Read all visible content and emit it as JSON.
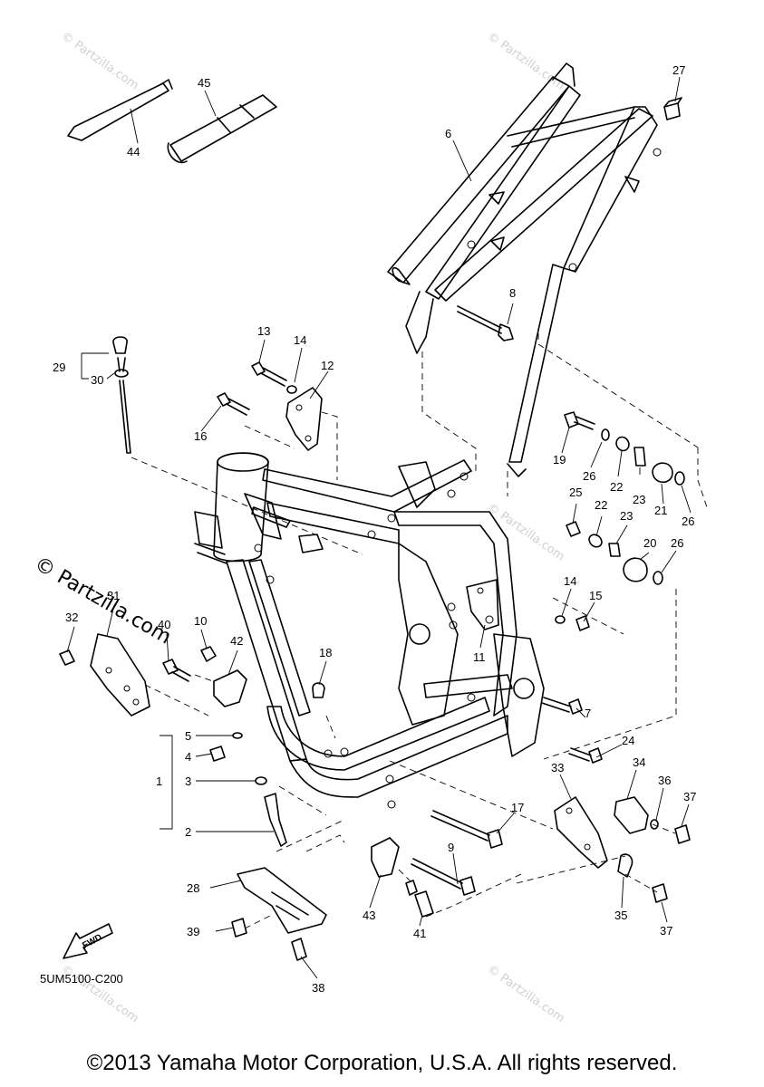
{
  "brand_watermark": "© Partzilla.com",
  "faint_watermark": "© Partzilla.com",
  "diagram_code": "5UM5100-C200",
  "fwd_label": "FWD",
  "copyright": "©2013 Yamaha Motor Corporation, U.S.A. All rights reserved.",
  "callouts": {
    "c1": "1",
    "c2": "2",
    "c3": "3",
    "c4": "4",
    "c5": "5",
    "c6": "6",
    "c7": "7",
    "c8": "8",
    "c9": "9",
    "c10": "10",
    "c11": "11",
    "c12": "12",
    "c13": "13",
    "c14a": "14",
    "c14b": "14",
    "c15": "15",
    "c16": "16",
    "c17": "17",
    "c18": "18",
    "c19": "19",
    "c20": "20",
    "c21": "21",
    "c22a": "22",
    "c22b": "22",
    "c23a": "23",
    "c23b": "23",
    "c24": "24",
    "c25": "25",
    "c26a": "26",
    "c26b": "26",
    "c26c": "26",
    "c27": "27",
    "c28": "28",
    "c29": "29",
    "c30": "30",
    "c31": "31",
    "c32": "32",
    "c33": "33",
    "c34": "34",
    "c35": "35",
    "c36": "36",
    "c37a": "37",
    "c37b": "37",
    "c38": "38",
    "c39": "39",
    "c40": "40",
    "c41": "41",
    "c42": "42",
    "c43": "43",
    "c44": "44",
    "c45": "45"
  }
}
